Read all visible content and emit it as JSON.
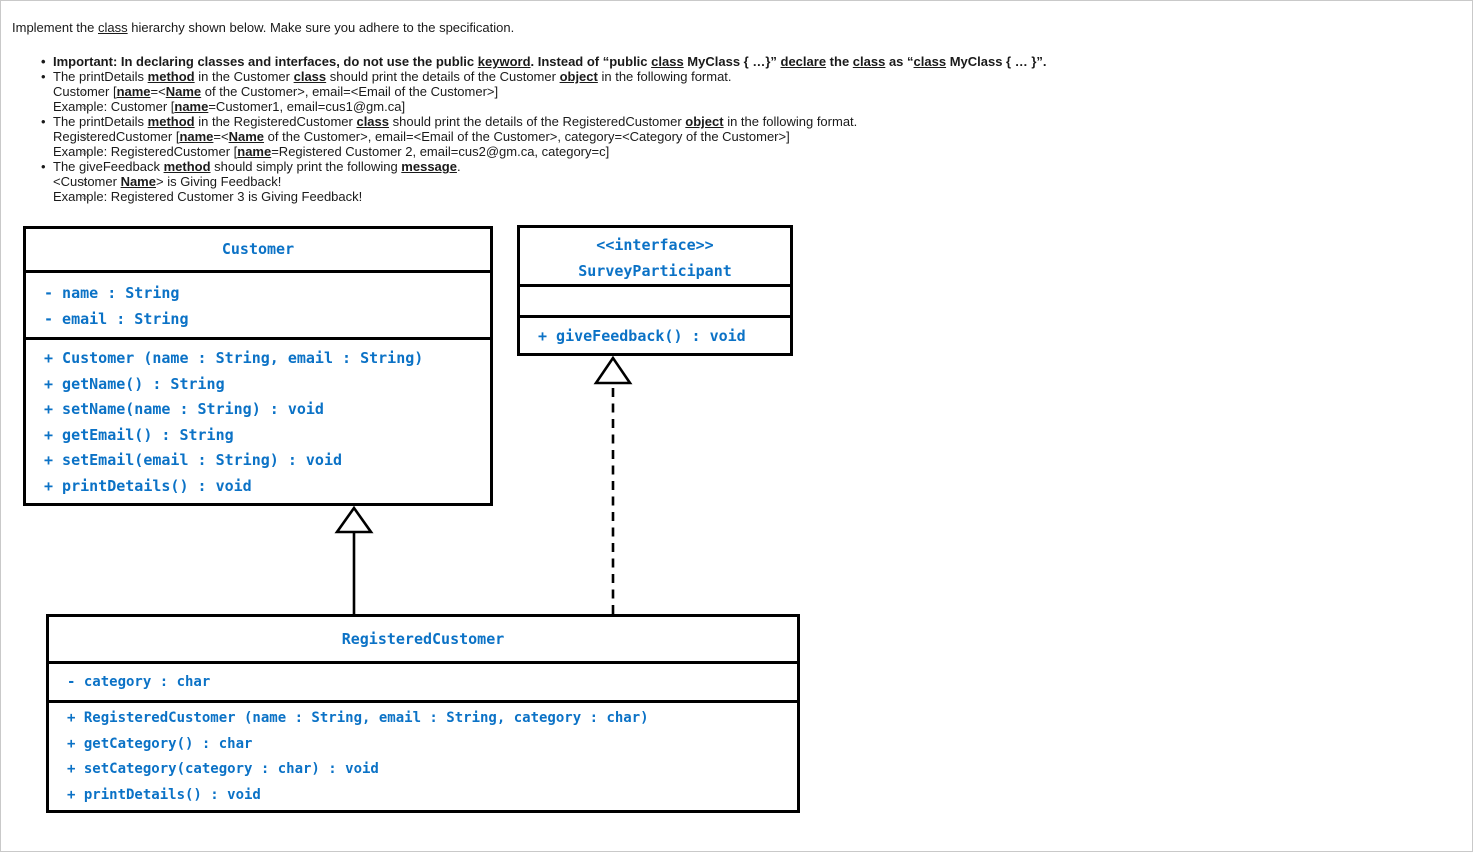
{
  "colors": {
    "uml_text": "#0b72c6",
    "uml_border": "#000000",
    "page_text": "#1a1a1a"
  },
  "instructions": {
    "intro_segments": [
      {
        "t": "Implement the "
      },
      {
        "t": "class",
        "u": true
      },
      {
        "t": " hierarchy shown below. Make sure you adhere to the specification."
      }
    ],
    "items": [
      {
        "segments": [
          {
            "t": "Important: In declaring classes and interfaces, do not use the public "
          },
          {
            "t": "keyword",
            "u": true
          },
          {
            "t": ". Instead of “public "
          },
          {
            "t": "class",
            "u": true
          },
          {
            "t": " MyClass { …}” "
          },
          {
            "t": "declare",
            "u": true
          },
          {
            "t": " the "
          },
          {
            "t": "class",
            "u": true
          },
          {
            "t": " as “"
          },
          {
            "t": "class",
            "u": true
          },
          {
            "t": " MyClass { … }”."
          }
        ]
      },
      {
        "segments": [
          {
            "t": "The printDetails "
          },
          {
            "t": "method",
            "b": true,
            "u": true
          },
          {
            "t": " in the Customer "
          },
          {
            "t": "class",
            "b": true,
            "u": true
          },
          {
            "t": " should print the details of the Customer "
          },
          {
            "t": "object",
            "b": true,
            "u": true
          },
          {
            "t": " in the following format."
          }
        ]
      },
      {
        "segments": [
          {
            "t": "Customer ["
          },
          {
            "t": "name",
            "b": true,
            "u": true
          },
          {
            "t": "=<"
          },
          {
            "t": "Name",
            "b": true,
            "u": true
          },
          {
            "t": " of the Customer>, email=<Email of the Customer>]"
          }
        ]
      },
      {
        "segments": [
          {
            "t": "Example: Customer ["
          },
          {
            "t": "name",
            "b": true,
            "u": true
          },
          {
            "t": "=Customer1, email=cus1@gm.ca]"
          }
        ]
      },
      {
        "segments": [
          {
            "t": "The printDetails "
          },
          {
            "t": "method",
            "b": true,
            "u": true
          },
          {
            "t": " in the RegisteredCustomer "
          },
          {
            "t": "class",
            "b": true,
            "u": true
          },
          {
            "t": " should print the details of the RegisteredCustomer "
          },
          {
            "t": "object",
            "b": true,
            "u": true
          },
          {
            "t": " in the following format."
          }
        ]
      },
      {
        "segments": [
          {
            "t": "RegisteredCustomer ["
          },
          {
            "t": "name",
            "b": true,
            "u": true
          },
          {
            "t": "=<"
          },
          {
            "t": "Name",
            "b": true,
            "u": true
          },
          {
            "t": " of the Customer>, email=<Email of the Customer>, category=<Category of the Customer>]"
          }
        ]
      },
      {
        "segments": [
          {
            "t": "Example: RegisteredCustomer ["
          },
          {
            "t": "name",
            "b": true,
            "u": true
          },
          {
            "t": "=Registered Customer 2, email=cus2@gm.ca, category=c]"
          }
        ]
      },
      {
        "segments": [
          {
            "t": "The giveFeedback "
          },
          {
            "t": "method",
            "b": true,
            "u": true
          },
          {
            "t": " should simply print the following "
          },
          {
            "t": "message",
            "b": true,
            "u": true
          },
          {
            "t": "."
          }
        ]
      },
      {
        "segments": [
          {
            "t": "<Customer "
          },
          {
            "t": "Name",
            "b": true,
            "u": true
          },
          {
            "t": "> is Giving Feedback!"
          }
        ]
      },
      {
        "segments": [
          {
            "t": "Example: Registered Customer 3 is Giving Feedback!"
          }
        ]
      }
    ]
  },
  "diagram": {
    "customer": {
      "title": "Customer",
      "attributes": [
        "- name : String",
        "- email : String"
      ],
      "methods": [
        "+ Customer (name : String, email : String)",
        "+ getName() : String",
        "+ setName(name : String) : void",
        "+ getEmail() : String",
        "+ setEmail(email : String) : void",
        "+ printDetails() : void"
      ]
    },
    "survey_participant": {
      "stereotype": "<<interface>>",
      "title": "SurveyParticipant",
      "attributes": [],
      "methods": [
        "+ giveFeedback() : void"
      ]
    },
    "registered_customer": {
      "title": "RegisteredCustomer",
      "attributes": [
        "- category : char"
      ],
      "methods": [
        "+ RegisteredCustomer (name : String, email : String, category : char)",
        "+ getCategory() : char",
        "+ setCategory(category : char) : void",
        "+ printDetails() : void"
      ]
    },
    "relations": [
      {
        "from": "RegisteredCustomer",
        "to": "Customer",
        "type": "generalization",
        "line": "solid"
      },
      {
        "from": "RegisteredCustomer",
        "to": "SurveyParticipant",
        "type": "realization",
        "line": "dashed"
      }
    ]
  }
}
